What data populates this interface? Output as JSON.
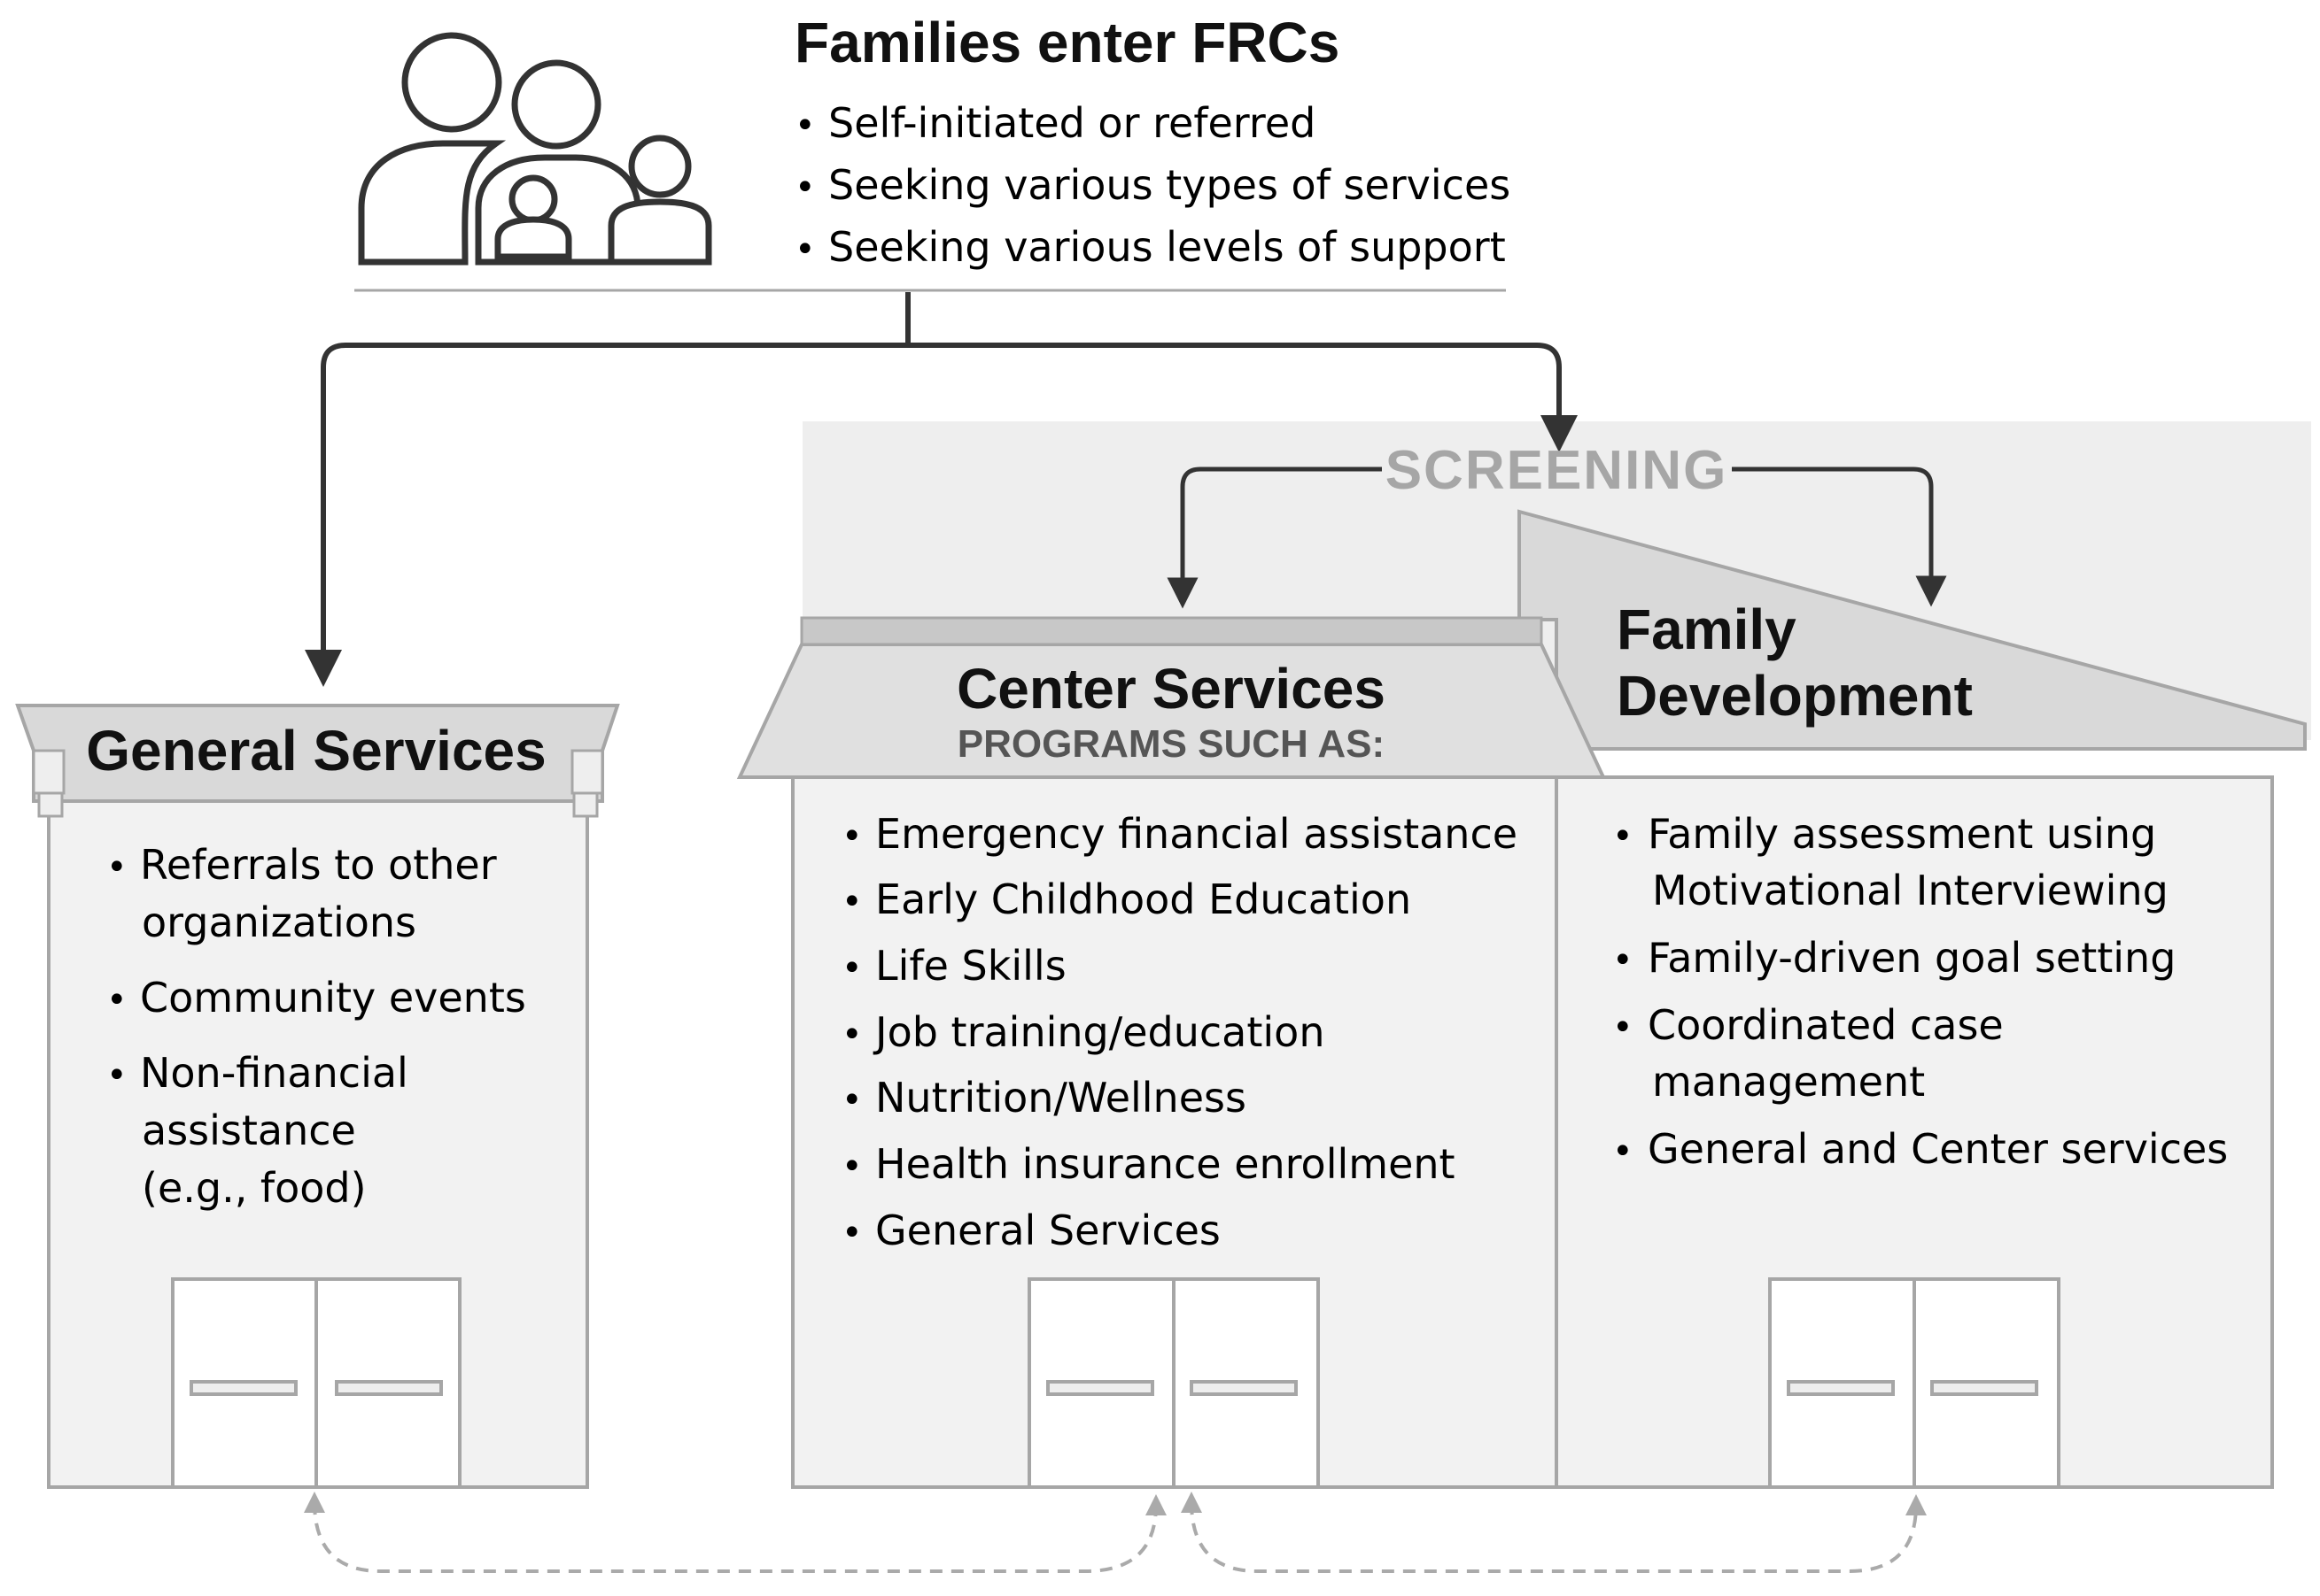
{
  "header": {
    "title": "Families enter FRCs",
    "bullets": [
      "Self-initiated or referred",
      "Seeking various types of services",
      "Seeking various levels of support"
    ]
  },
  "screening": {
    "label": "SCREENING"
  },
  "general_services": {
    "title": "General Services",
    "items": [
      {
        "lines": [
          "Referrals to other",
          "organizations"
        ]
      },
      {
        "lines": [
          "Community events"
        ]
      },
      {
        "lines": [
          "Non-financial",
          "assistance",
          "(e.g., food)"
        ]
      }
    ]
  },
  "center_services": {
    "title": "Center Services",
    "subtitle": "PROGRAMS SUCH AS:",
    "items": [
      {
        "lines": [
          "Emergency financial assistance"
        ]
      },
      {
        "lines": [
          "Early Childhood Education"
        ]
      },
      {
        "lines": [
          "Life Skills"
        ]
      },
      {
        "lines": [
          "Job training/education"
        ]
      },
      {
        "lines": [
          "Nutrition/Wellness"
        ]
      },
      {
        "lines": [
          "Health insurance enrollment"
        ]
      },
      {
        "lines": [
          "General Services"
        ]
      }
    ]
  },
  "family_development": {
    "title_lines": [
      "Family",
      "Development"
    ],
    "items": [
      {
        "lines": [
          "Family assessment using",
          "Motivational Interviewing"
        ]
      },
      {
        "lines": [
          "Family-driven goal setting"
        ]
      },
      {
        "lines": [
          "Coordinated case",
          "management"
        ]
      },
      {
        "lines": [
          "General and Center services"
        ]
      }
    ]
  },
  "colors": {
    "line": "#333333",
    "box_stroke": "#a6a6a6",
    "box_fill": "#f2f2f2",
    "roof_fill": "#d9d9d9",
    "screening_bg": "#eeeeee",
    "screening_text": "#a6a6a6",
    "dashed": "#aaaaaa"
  }
}
